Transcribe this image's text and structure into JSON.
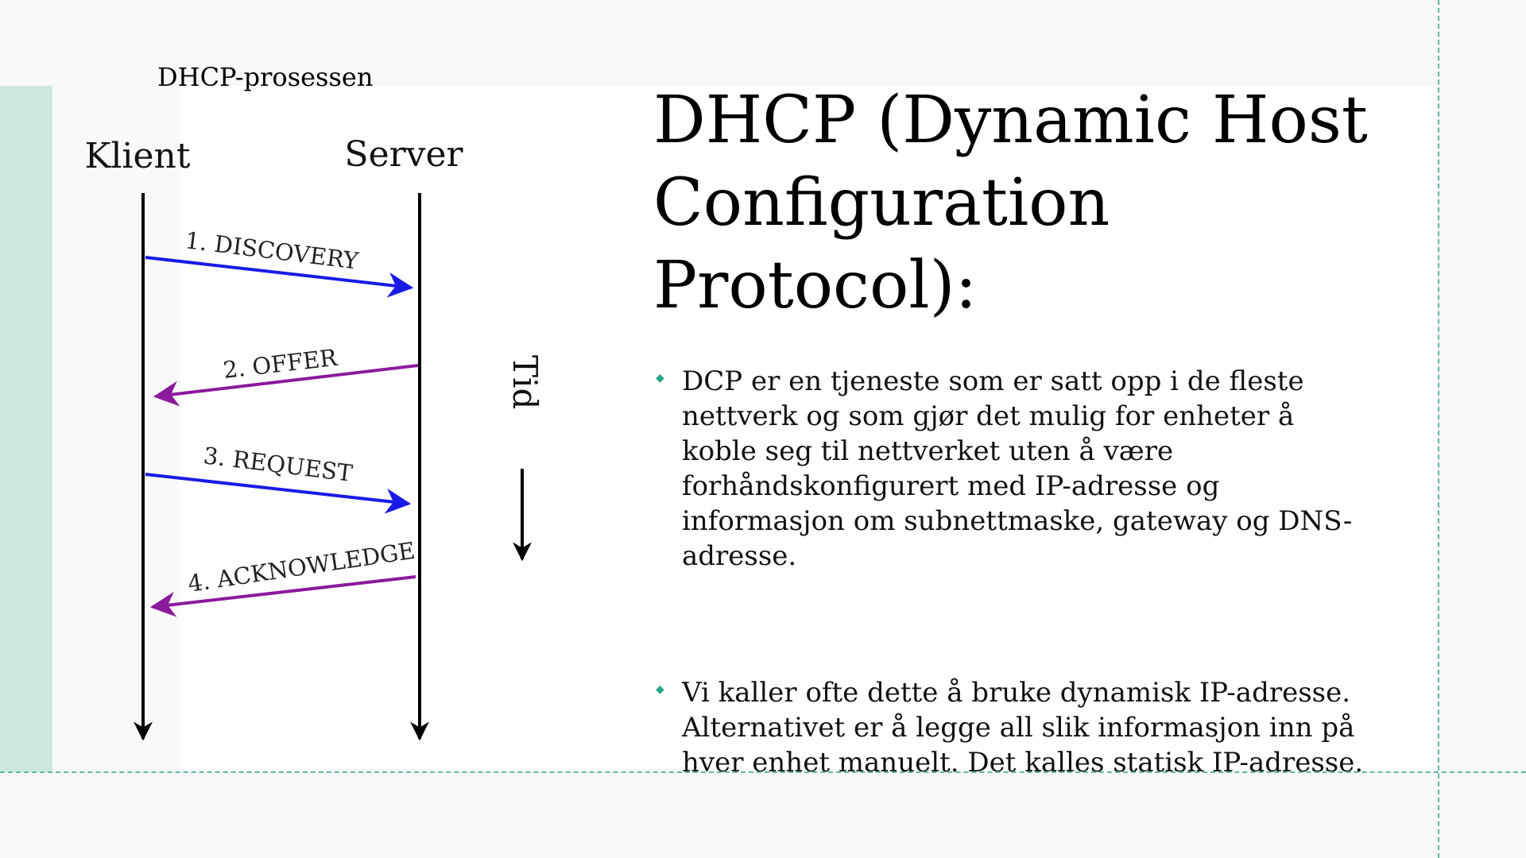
{
  "colors": {
    "accent": "#cde7dc",
    "guide": "#5db8a4",
    "discovery_arrow": "#1a1ae6",
    "offer_arrow": "#8b1a9c",
    "bullet": "#2aa58a"
  },
  "diagram": {
    "caption": "DHCP-prosessen",
    "client_label": "Klient",
    "server_label": "Server",
    "time_label": "Tid",
    "messages": [
      {
        "label": "1. DISCOVERY",
        "direction": "client-to-server"
      },
      {
        "label": "2. OFFER",
        "direction": "server-to-client"
      },
      {
        "label": "3. REQUEST",
        "direction": "client-to-server"
      },
      {
        "label": "4. ACKNOWLEDGE",
        "direction": "server-to-client"
      }
    ]
  },
  "title": "DHCP (Dynamic Host Configuration Protocol):",
  "bullets": [
    {
      "icon": "bullet-icon",
      "text": "DCP er en tjeneste som er satt opp i de fleste nettverk og som gjør det mulig for enheter å koble seg til nettverket uten å være forhåndskonfigurert med IP-adresse og informasjon om subnettmaske, gateway og DNS-adresse."
    },
    {
      "icon": "bullet-icon",
      "text": "Vi kaller ofte dette å bruke dynamisk IP-adresse. Alternativet er å legge all slik informasjon inn på hver enhet manuelt. Det kalles statisk IP-adresse."
    }
  ]
}
